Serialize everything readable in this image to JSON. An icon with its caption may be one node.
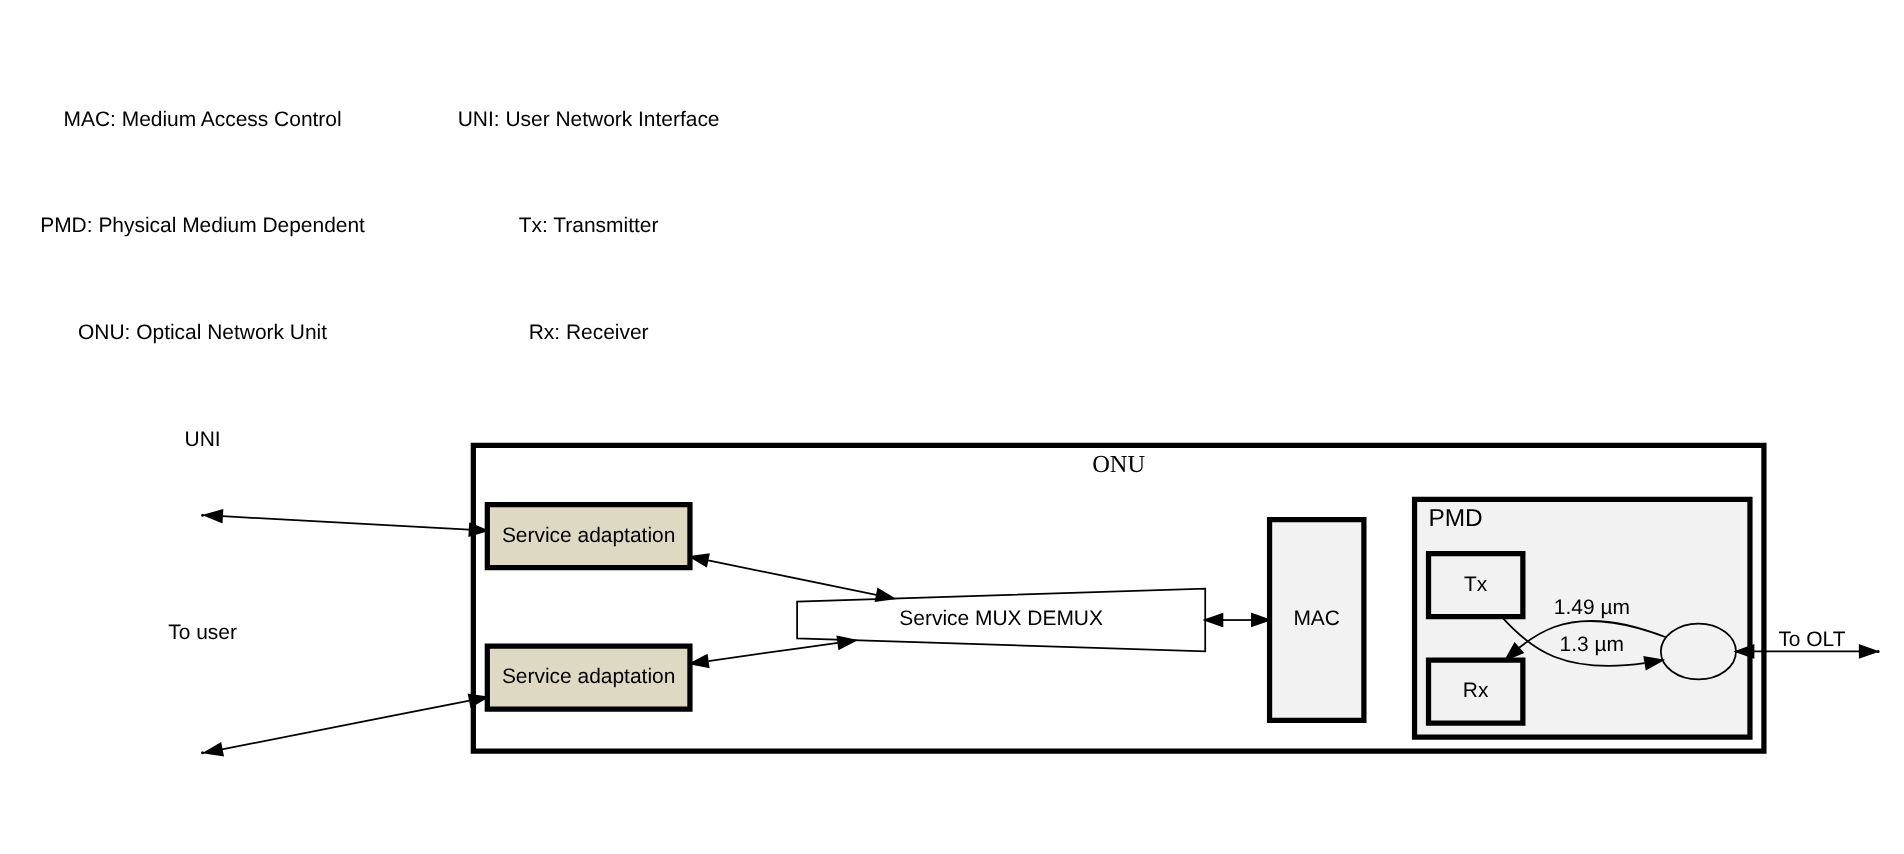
{
  "diagram": {
    "nodes": [
      {
        "text": [
          "ONU"
        ]
      },
      {
        "text": [
          "Service adaptation"
        ],
        "in": 0
      },
      {
        "text": [
          "Service adaptation"
        ],
        "in": 0
      },
      {
        "text": [
          "Service MUX DEMUX"
        ],
        "in": 0
      },
      {
        "text": [
          "MAC"
        ],
        "in": 0
      },
      {
        "text": [
          "PMD"
        ],
        "in": 0
      },
      {
        "text": [
          "Rx"
        ],
        "in": 5
      },
      {
        "text": [
          "Tx"
        ],
        "in": 5
      },
      {
        "text": [],
        "shape": "circle",
        "in": 5
      }
    ],
    "edges": [
      {
        "from": null,
        "to": 1,
        "arrow": "both"
      },
      {
        "from": null,
        "to": 2,
        "arrow": "both"
      },
      {
        "from": 1,
        "to": 3,
        "arrow": "both"
      },
      {
        "from": 2,
        "to": 3,
        "arrow": "both"
      },
      {
        "from": 3,
        "to": 4,
        "arrow": "both"
      },
      {
        "from": 8,
        "to": 6,
        "arrow": "to",
        "label": "1.49 µm"
      },
      {
        "from": 7,
        "to": 8,
        "arrow": "to",
        "label": "1.3 µm"
      },
      {
        "from": 8,
        "to": null,
        "arrow": "both",
        "label": "To OLT"
      }
    ],
    "labels": [
      "To user",
      "UNI",
      "ONU: Optical Network Unit",
      "PMD: Physical Medium Dependent",
      "MAC: Medium Access Control",
      "Rx: Receiver",
      "Tx: Transmitter",
      "UNI: User Network Interface"
    ]
  }
}
